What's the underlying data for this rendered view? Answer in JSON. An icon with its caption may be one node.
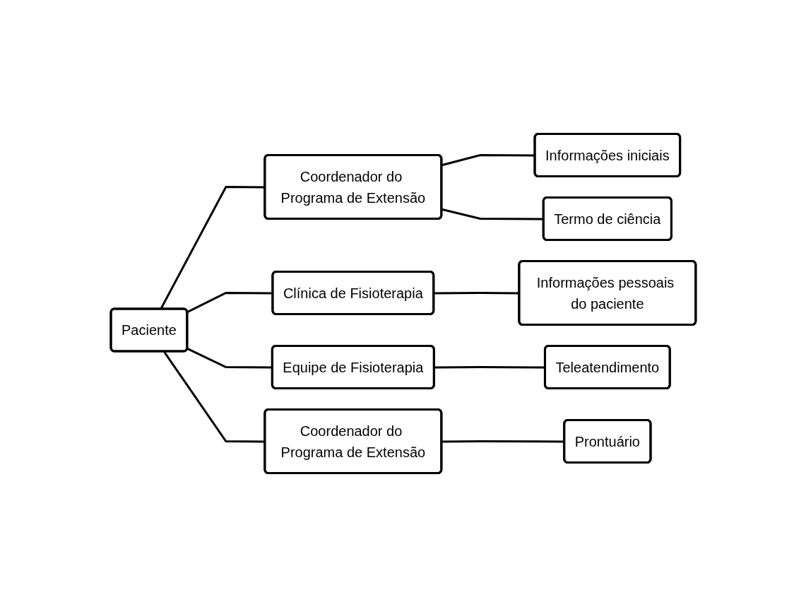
{
  "diagram": {
    "nodes": [
      {
        "text": [
          "Paciente"
        ]
      },
      {
        "text": [
          "Coordenador do Programa de Extensão"
        ]
      },
      {
        "text": [
          "Informações iniciais"
        ]
      },
      {
        "text": [
          "Termo de ciência"
        ]
      },
      {
        "text": [
          "Clínica de Fisioterapia"
        ]
      },
      {
        "text": [
          "Informações pessoais do paciente"
        ]
      },
      {
        "text": [
          "Equipe de Fisioterapia"
        ]
      },
      {
        "text": [
          "Teleatendimento"
        ]
      },
      {
        "text": [
          "Coordenador do Programa de Extensão"
        ]
      },
      {
        "text": [
          "Prontuário"
        ]
      }
    ],
    "edges": [
      {
        "from": 0,
        "to": 1,
        "arrow": "none"
      },
      {
        "from": 1,
        "to": 2,
        "arrow": "none"
      },
      {
        "from": 1,
        "to": 3,
        "arrow": "none"
      },
      {
        "from": 0,
        "to": 4,
        "arrow": "none"
      },
      {
        "from": 4,
        "to": 5,
        "arrow": "none"
      },
      {
        "from": 0,
        "to": 6,
        "arrow": "none"
      },
      {
        "from": 6,
        "to": 7,
        "arrow": "none"
      },
      {
        "from": 0,
        "to": 8,
        "arrow": "none"
      },
      {
        "from": 8,
        "to": 9,
        "arrow": "none"
      }
    ]
  }
}
